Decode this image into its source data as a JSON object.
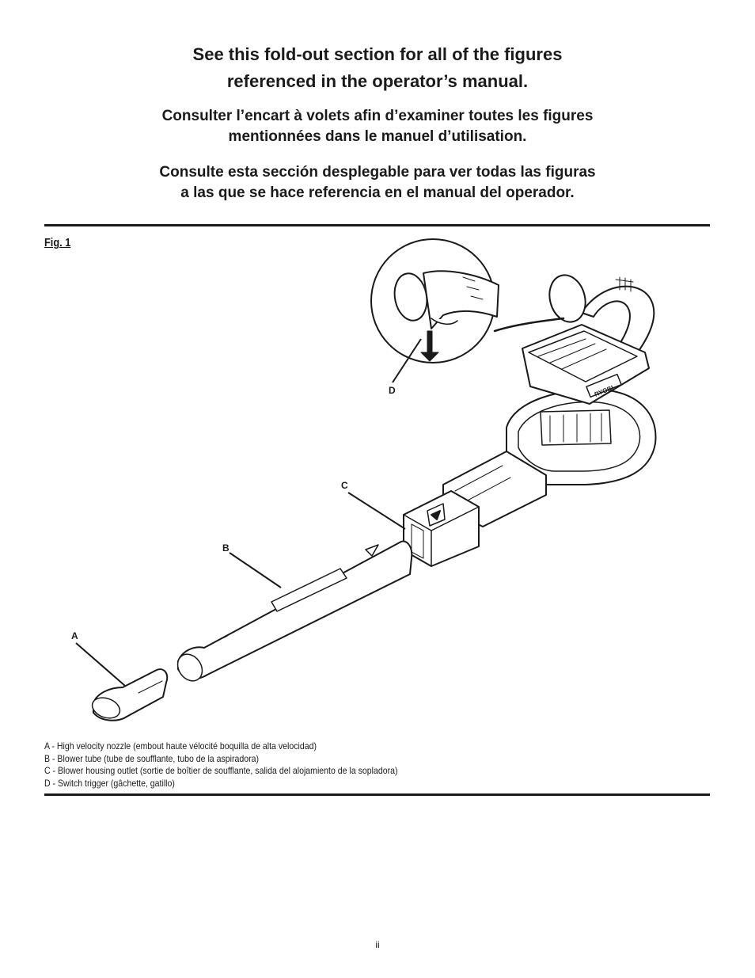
{
  "intro": {
    "english": [
      "See this fold-out section for all of the figures",
      "referenced in the operator’s manual."
    ],
    "french": [
      "Consulter l’encart à volets afin d’examiner toutes les figures",
      "mentionnées dans le manuel d’utilisation."
    ],
    "spanish": [
      "Consulte esta sección desplegable para ver todas las figuras",
      "a las que se hace referencia en el manual del operador."
    ]
  },
  "figure": {
    "label": "Fig. 1",
    "callouts": {
      "a": "A",
      "b": "B",
      "c": "C",
      "d": "D"
    },
    "brand_text": "RYOBI"
  },
  "legend": [
    "A - High velocity nozzle (embout haute vélocité boquilla de alta velocidad)",
    "B - Blower tube (tube de soufflante, tubo de la aspiradora)",
    "C - Blower housing outlet (sortie de boîtier de soufflante, salida del alojamiento de la sopladora)",
    "D - Switch trigger (gâchette, gatillo)"
  ],
  "page_number": "ii"
}
